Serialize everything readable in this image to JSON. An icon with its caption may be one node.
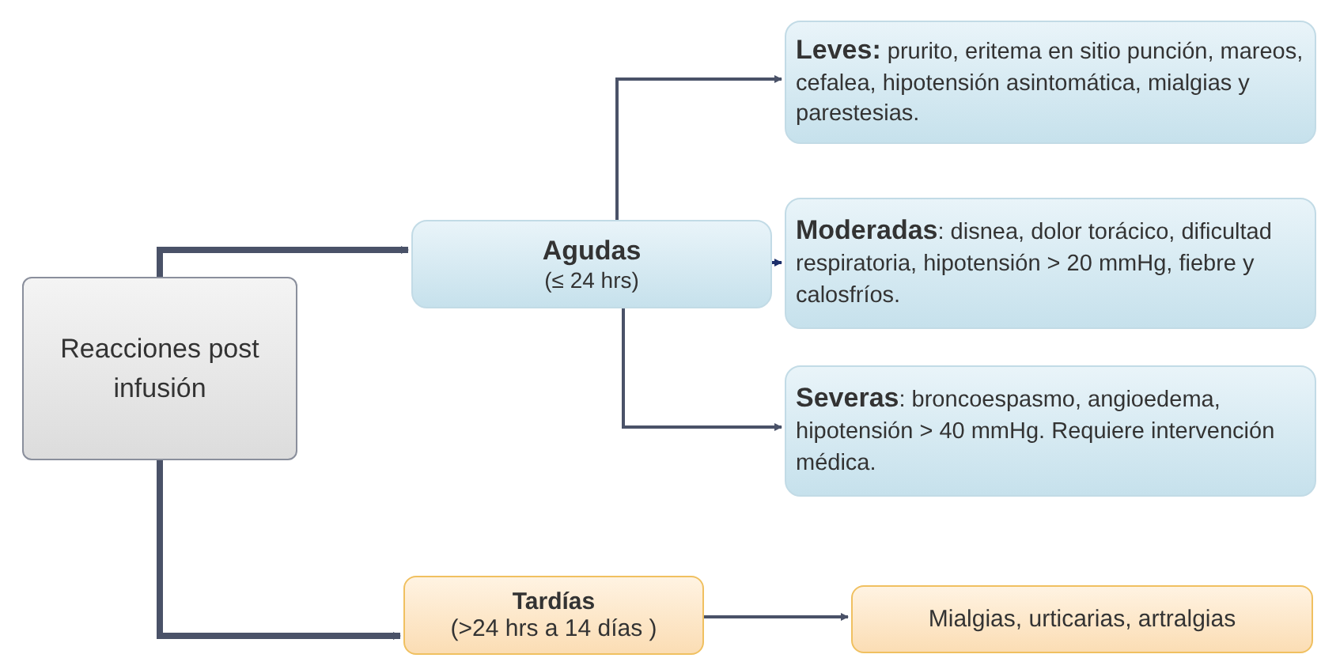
{
  "diagram": {
    "nodes": [
      {
        "text": [
          "Reacciones post infusión"
        ]
      },
      {
        "text": [
          "Agudas",
          "(≤ 24 hrs)"
        ]
      },
      {
        "text": [
          "**Leves:** prurito, eritema en sitio punción, mareos, cefalea, hipotensión asintomática, mialgias y parestesias."
        ]
      },
      {
        "text": [
          "**Moderadas**: disnea, dolor torácico, dificultad respiratoria, hipotensión > 20 mmHg, fiebre y calosfríos."
        ]
      },
      {
        "text": [
          "**Severas**: broncoespasmo, angioedema, hipotensión > 40 mmHg. Requiere intervención médica."
        ]
      },
      {
        "text": [
          "Tardías",
          "(>24 hrs a 14 días )"
        ]
      },
      {
        "text": [
          "Mialgias, urticarias, artralgias"
        ]
      }
    ],
    "edges": [
      {
        "from": 0,
        "to": 1,
        "arrow": "to",
        "style": "thick"
      },
      {
        "from": 0,
        "to": 5,
        "arrow": "to",
        "style": "thick"
      },
      {
        "from": 1,
        "to": 2,
        "arrow": "to"
      },
      {
        "from": 1,
        "to": 3,
        "arrow": "to",
        "color": "#1c2f6b"
      },
      {
        "from": 1,
        "to": 4,
        "arrow": "to"
      },
      {
        "from": 5,
        "to": 6,
        "arrow": "to"
      }
    ]
  }
}
